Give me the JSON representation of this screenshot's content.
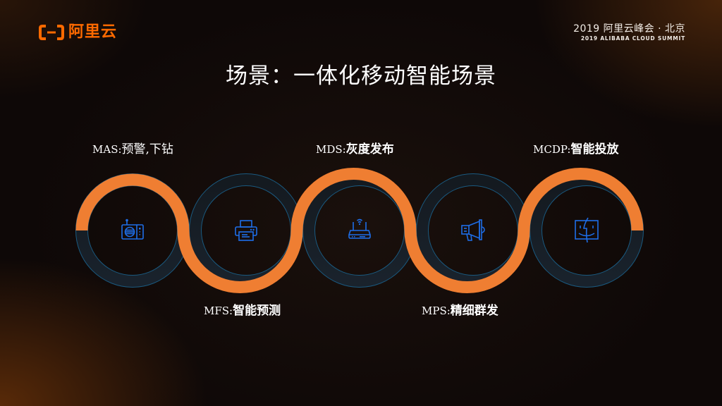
{
  "header": {
    "logo_text": "阿里云",
    "summit_cn": "2019 阿里云峰会 · 北京",
    "summit_en": "2019 ALIBABA CLOUD SUMMIT"
  },
  "slide": {
    "title": "场景：一体化移动智能场景"
  },
  "colors": {
    "accent_orange": "#ef7e32",
    "brand_orange": "#ff6a00",
    "ring_blue": "#1a5a80",
    "icon_blue": "#1e6ee8"
  },
  "steps": [
    {
      "code": "MAS:",
      "desc": "预警,下钻",
      "icon": "radio-icon",
      "position": "top"
    },
    {
      "code": "MFS:",
      "desc": "智能预测",
      "icon": "printer-icon",
      "position": "bottom"
    },
    {
      "code": "MDS:",
      "desc": "灰度发布",
      "icon": "router-icon",
      "position": "top"
    },
    {
      "code": "MPS:",
      "desc": "精细群发",
      "icon": "megaphone-icon",
      "position": "bottom"
    },
    {
      "code": "MCDP:",
      "desc": "智能投放",
      "icon": "finder-face-icon",
      "position": "top"
    }
  ]
}
